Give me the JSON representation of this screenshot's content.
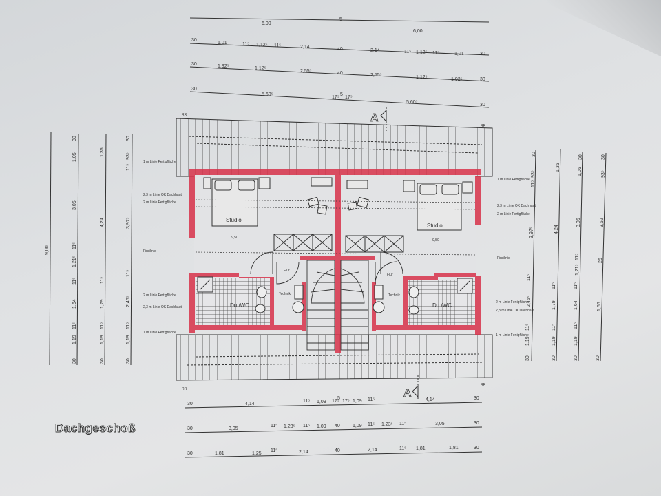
{
  "drawing": {
    "title": "Dachgeschoß",
    "section_marker": "A",
    "reference_marks": [
      "RR",
      "RR",
      "RR",
      "RR"
    ],
    "colors": {
      "paper": "#e0e2e4",
      "walls": "#d8324a",
      "lines": "#333333"
    }
  },
  "top_dimensions": {
    "row1": [
      "6,00",
      "5",
      "6,00"
    ],
    "row2": [
      "30",
      "1,01",
      "11⁵",
      "1,12⁵",
      "11⁵",
      "2,14",
      "40",
      "2,14",
      "11⁵",
      "1,12⁵",
      "11⁵",
      "1,01",
      "30"
    ],
    "row3": [
      "30",
      "1,92⁵",
      "1,12⁵",
      "2,55⁵",
      "40",
      "2,55⁵",
      "1,12⁵",
      "1,92⁵",
      "30"
    ],
    "row4": [
      "30",
      "5,60⁵",
      "17⁵",
      "5",
      "17⁵",
      "5,60⁵",
      "30"
    ]
  },
  "bottom_dimensions": {
    "row1": [
      "30",
      "4,14",
      "11⁵",
      "1,09",
      "17⁵",
      "5",
      "17⁵",
      "1,09",
      "11⁵",
      "4,14",
      "30"
    ],
    "row2": [
      "30",
      "3,05",
      "11⁵",
      "1,23⁵",
      "11⁵",
      "1,09",
      "40",
      "1,09",
      "11⁵",
      "1,23⁵",
      "11⁵",
      "3,05",
      "30"
    ],
    "row3": [
      "30",
      "1,81",
      "1,25",
      "11⁵",
      "2,14",
      "40",
      "2,14",
      "11⁵",
      "1,81",
      "1,81",
      "30"
    ]
  },
  "left_dimensions": {
    "col1": [
      "9,00"
    ],
    "col2": [
      "30",
      "1,05",
      "3,05",
      "11⁵",
      "1,21⁵",
      "11⁵",
      "1,64",
      "11⁵",
      "1,19",
      "30"
    ],
    "col3": [
      "1,35",
      "4,24",
      "11⁵",
      "1,79",
      "11⁵",
      "1,19",
      "30"
    ],
    "col4": [
      "30",
      "93⁵",
      "11⁵",
      "3,97⁵",
      "11⁵",
      "2,46⁵",
      "11⁵",
      "1,19",
      "30"
    ]
  },
  "right_dimensions": {
    "col1": [
      "30",
      "93⁵",
      "11⁵",
      "3,97⁵",
      "11⁵",
      "2,46⁵",
      "11⁵",
      "1,19",
      "30"
    ],
    "col2": [
      "1,35",
      "4,24",
      "11⁵",
      "1,79",
      "11⁵",
      "1,19",
      "30"
    ],
    "col3": [
      "30",
      "1,05",
      "3,05",
      "11⁵",
      "1,21⁵",
      "11⁵",
      "1,64",
      "11⁵",
      "1,19",
      "30"
    ],
    "col4": [
      "30",
      "93⁵",
      "3,52",
      "25",
      "1,66",
      "30"
    ]
  },
  "height_notes": {
    "left": [
      "1 m Linie Fertigfläche",
      "2,3 m Linie OK Dachhaut",
      "2 m Linie Fertigfläche",
      "Firstlinie",
      "2 m Linie Fertigfläche",
      "2,3 m Linie OK Dachhaut",
      "1 m Linie Fertigfläche"
    ],
    "right": [
      "1 m Linie Fertigfläche",
      "2,3 m Linie OK Dachhaut",
      "2 m Linie Fertigfläche",
      "Firstlinie",
      "2 m Linie Fertigfläche",
      "2,3 m Linie OK Dachhaut",
      "1 m Linie Fertigfläche"
    ]
  },
  "rooms": {
    "left": [
      {
        "name": "Studio",
        "area": "9,50"
      },
      {
        "name": "Du./WC"
      },
      {
        "name": "Flur"
      },
      {
        "name": "Technik"
      }
    ],
    "right": [
      {
        "name": "Studio",
        "area": "9,50"
      },
      {
        "name": "Du./WC"
      },
      {
        "name": "Flur"
      },
      {
        "name": "Technik"
      }
    ]
  }
}
